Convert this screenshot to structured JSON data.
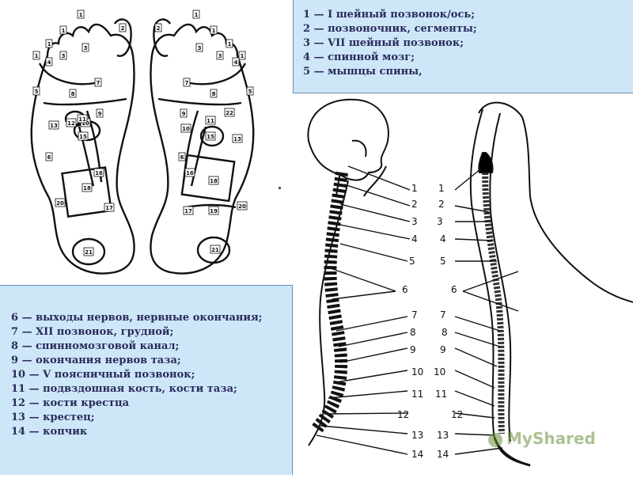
{
  "legend_top": [
    "1 — I шейный позвонок/ось;",
    "2 — позвоночник, сегменты;",
    "3 — VII шейный позвонок;",
    "4 — спинной мозг;",
    "5 — мышцы спины,"
  ],
  "legend_bottom": [
    "6 — выходы нервов, нервные окончания;",
    "7 — XII позвонок, грудной;",
    "8 — спинномозговой канал;",
    "9 — окончания нервов таза;",
    "10 — V поясничный позвонок;",
    "11 — подвздошная кость, кости таза;",
    "12 — кости крестца",
    "13 — крестец;",
    "14 — копчик"
  ],
  "foot_zone_labels": [
    "1",
    "2",
    "3",
    "4",
    "5",
    "6",
    "7",
    "8",
    "9",
    "10",
    "11",
    "12",
    "13",
    "15",
    "16",
    "17",
    "18",
    "19",
    "20",
    "21",
    "22"
  ],
  "spine_numbers": [
    "1",
    "2",
    "3",
    "4",
    "5",
    "6",
    "7",
    "8",
    "9",
    "10",
    "11",
    "12",
    "13",
    "14"
  ],
  "watermark": "MyShared",
  "colors": {
    "legend_bg": "#cde7f9",
    "border": "#6a8ab0",
    "text": "#2a2a5a"
  }
}
